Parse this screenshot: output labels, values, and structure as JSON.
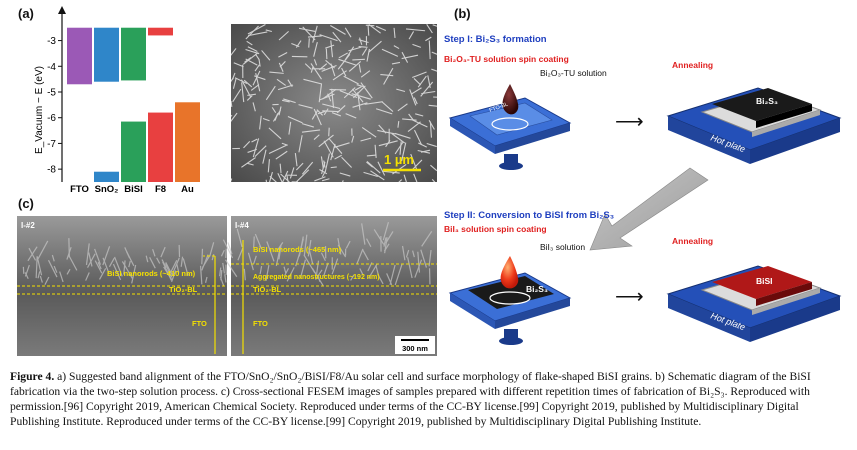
{
  "panels": {
    "a": "(a)",
    "b": "(b)",
    "c": "(c)"
  },
  "chart_data": {
    "type": "bar",
    "ylabel": "E_Vacuum − E (eV)",
    "ylim": [
      -8.5,
      -2.2
    ],
    "yticks": [
      -3,
      -4,
      -5,
      -6,
      -7,
      -8
    ],
    "categories": [
      "FTO",
      "SnO2",
      "BiSI",
      "F8",
      "Au"
    ],
    "category_labels": [
      "FTO",
      "SnO₂",
      "BiSI",
      "F8",
      "Au"
    ],
    "bars": [
      {
        "category": "FTO",
        "bottom": -2.5,
        "top": -4.7,
        "color": "#9b59b6"
      },
      {
        "category": "SnO2",
        "bottom": -2.5,
        "top": -4.6,
        "color": "#2f86c9"
      },
      {
        "category": "SnO2",
        "bottom": -8.1,
        "top": -8.5,
        "color": "#2f86c9"
      },
      {
        "category": "BiSI",
        "bottom": -2.5,
        "top": -4.55,
        "color": "#2aa05a"
      },
      {
        "category": "BiSI",
        "bottom": -6.15,
        "top": -8.5,
        "color": "#2aa05a"
      },
      {
        "category": "F8",
        "bottom": -2.5,
        "top": -2.8,
        "color": "#e84040"
      },
      {
        "category": "F8",
        "bottom": -5.8,
        "top": -8.5,
        "color": "#e84040"
      },
      {
        "category": "Au",
        "bottom": -5.4,
        "top": -8.5,
        "color": "#e8742a"
      }
    ]
  },
  "sem_top": {
    "scale": "1 µm"
  },
  "schematic": {
    "step1_title": "Step I: Bi₂S₃ formation",
    "step1_red": "Bi₂O₃-TU solution spin coating",
    "step1_drop": "Bi₂O₃-TU solution",
    "annealing1": "Annealing",
    "film1": "Bi₂S₃",
    "hotplate1": "Hot plate",
    "step2_title": "Step II: Conversion to BiSI from Bi₂S₃",
    "step2_red": "BiI₃ solution spin coating",
    "step2_drop": "BiI₃ solution",
    "film_spin2": "Bi₂S₃",
    "annealing2": "Annealing",
    "film2": "BiSI",
    "hotplate2": "Hot plate",
    "spin_label": "FTO-BL",
    "arrow": "⟶"
  },
  "sem_bottom": {
    "left_tag": "I-#2",
    "right_tag": "I-#4",
    "left_labels": [
      "BiSI nanorods (~410 nm)",
      "TiO₂-BL",
      "FTO"
    ],
    "right_labels": [
      "BiSI nanorods (~465 nm)",
      "Aggregated nanostructures (~192 nm)",
      "TiO₂-BL",
      "FTO"
    ],
    "scale": "300 nm"
  },
  "caption": {
    "label": "Figure 4.",
    "text": "a) Suggested band alignment of the FTO/SnO₂/SnO₂/BiSI/F8/Au solar cell and surface morphology of flake-shaped BiSI grains. b) Schematic diagram of the BiSI fabrication via the two-step solution process. c) Cross-sectional FESEM images of samples prepared with different repetition times of fabrication of Bi₂S₃. Reproduced with permission.[96] Copyright 2019, American Chemical Society. Reproduced under terms of the CC-BY license.[99] Copyright 2019, published by Multidisciplinary Digital Publishing Institute. Reproduced under terms of the CC-BY license.[99] Copyright 2019, published by Multidisciplinary Digital Publishing Institute."
  }
}
